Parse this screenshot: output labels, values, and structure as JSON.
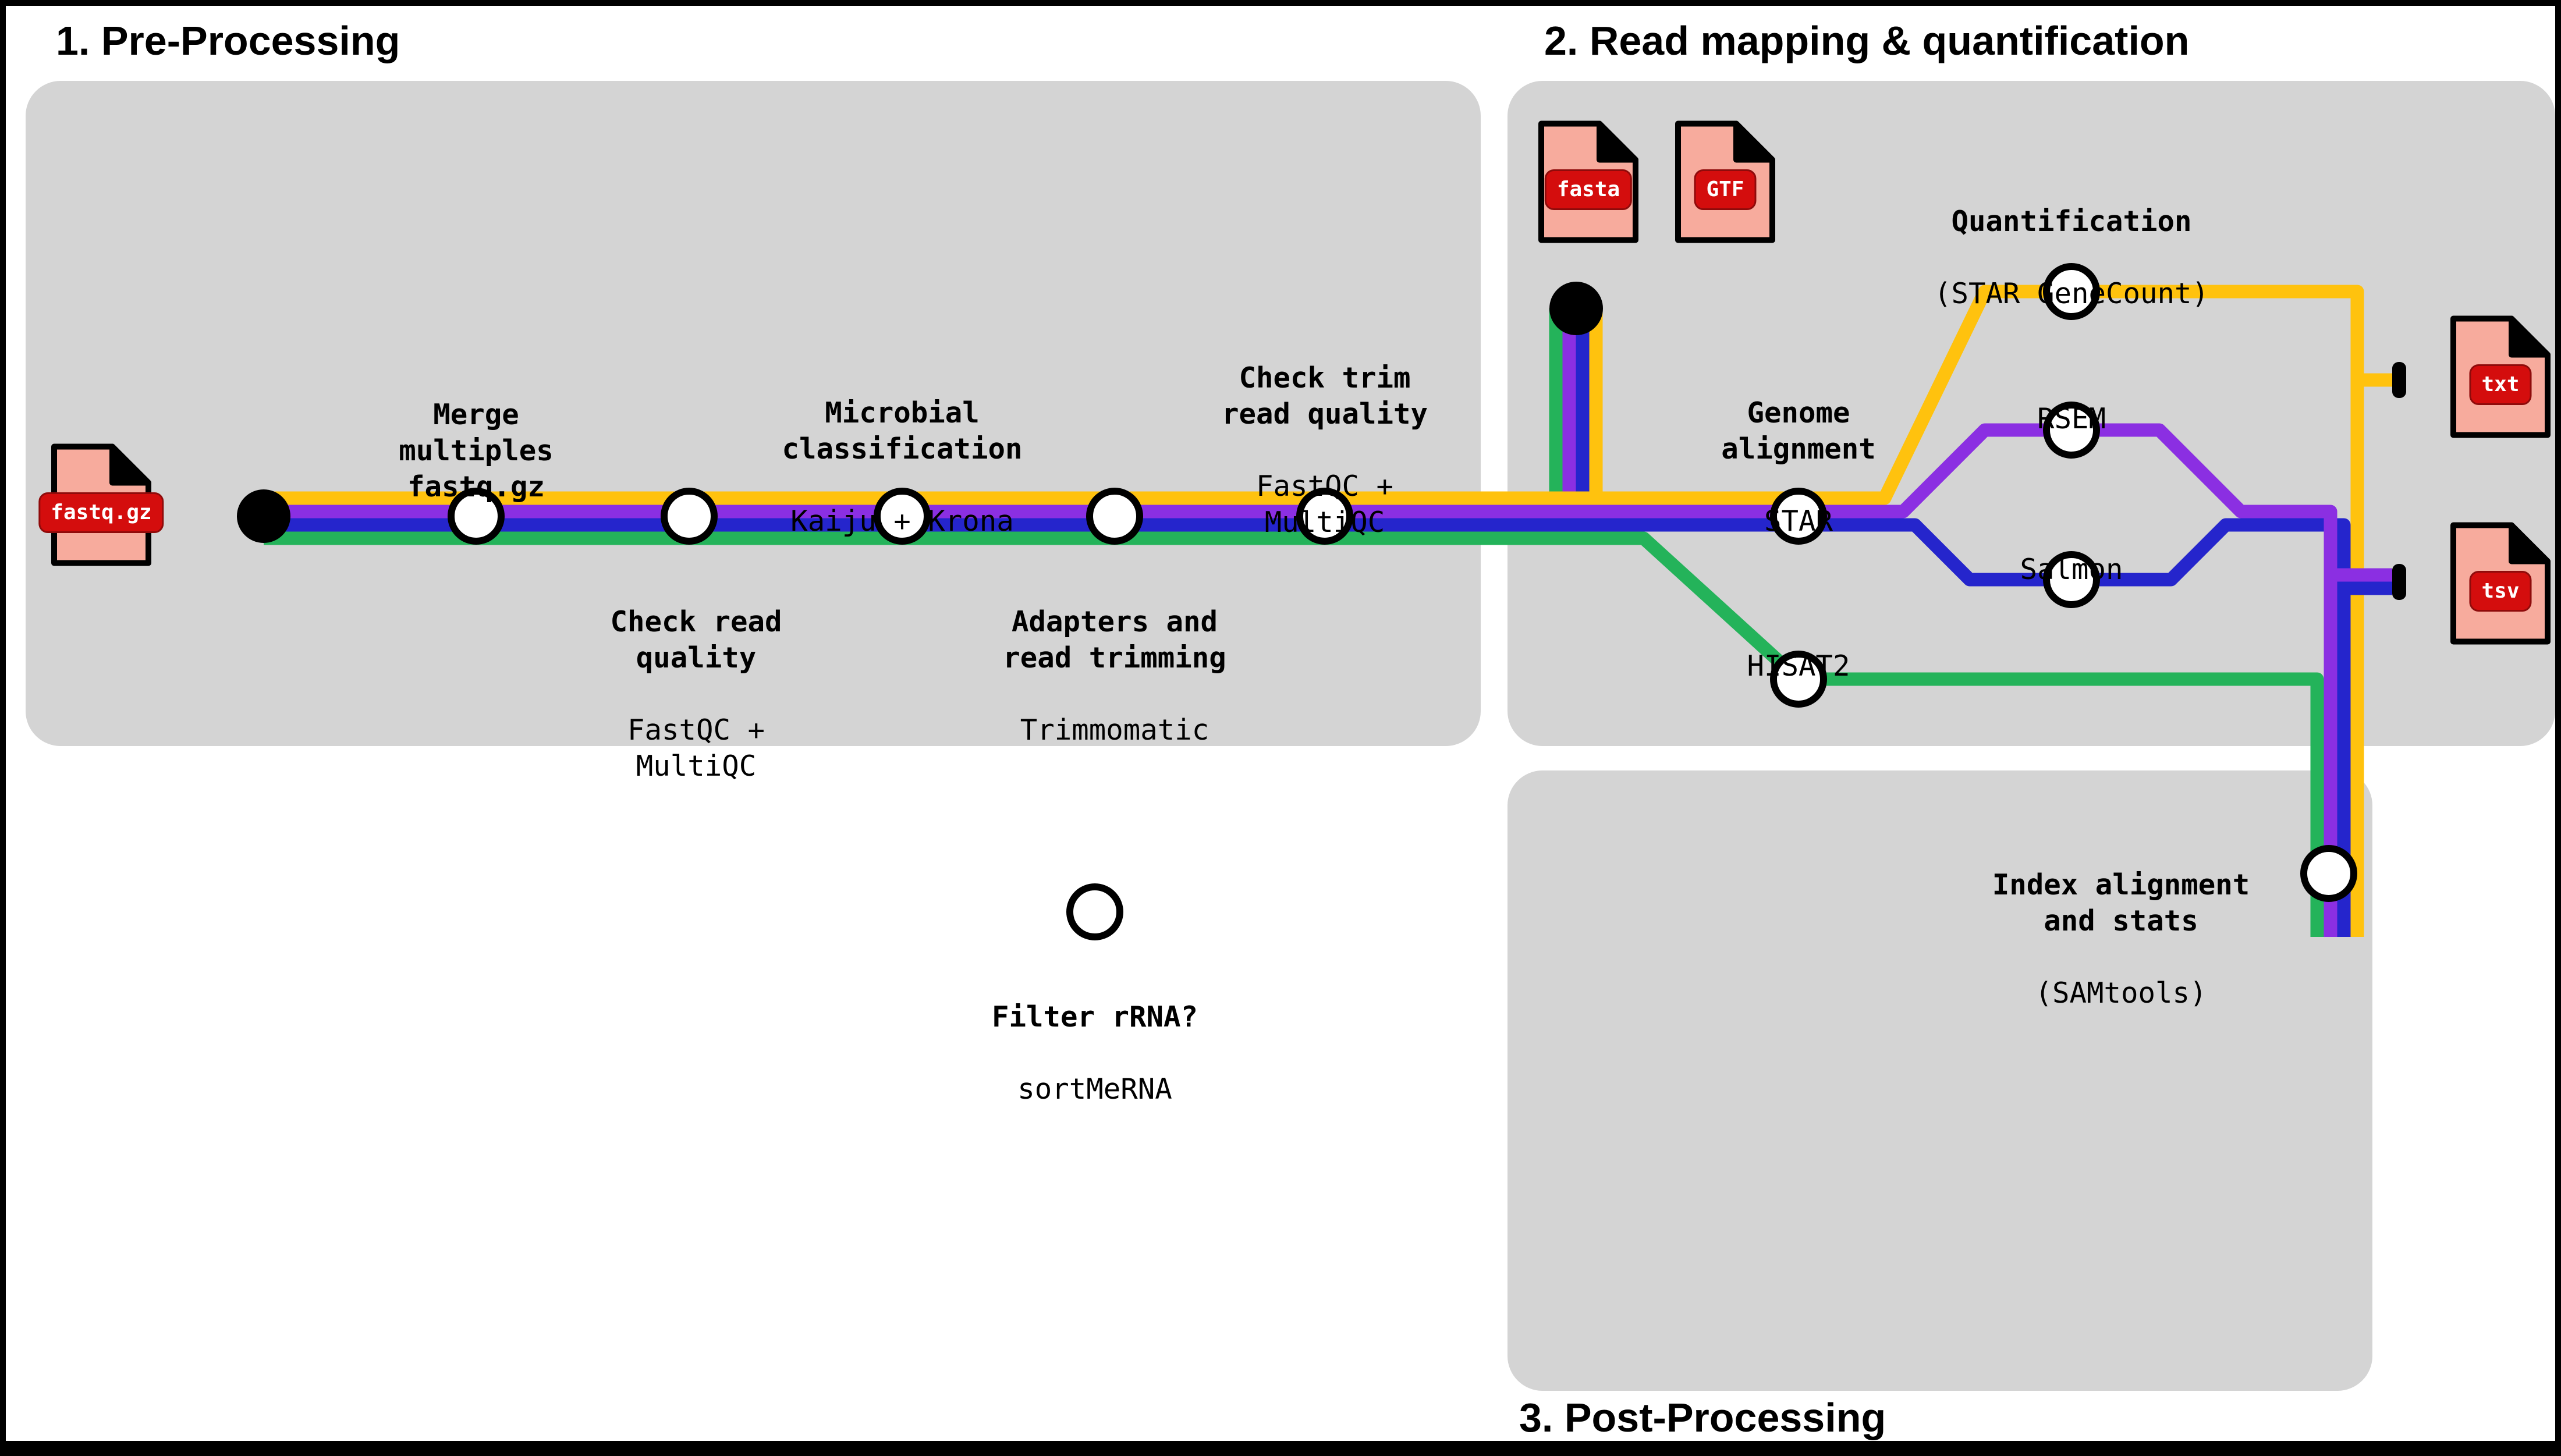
{
  "colors": {
    "yellow": "#ffc20e",
    "purple": "#8b2fe2",
    "blue": "#2525cc",
    "green": "#24b35a",
    "box_gray": "#d4d4d4",
    "doc_pink": "#f7ab9d",
    "label_red": "#d40d0d"
  },
  "sections": [
    {
      "title": "1. Pre-Processing"
    },
    {
      "title": "2. Read mapping & quantification"
    },
    {
      "title": "3. Post-Processing"
    }
  ],
  "files": [
    {
      "name": "fastq.gz"
    },
    {
      "name": "fasta"
    },
    {
      "name": "GTF"
    },
    {
      "name": "txt"
    },
    {
      "name": "tsv"
    }
  ],
  "stations": [
    {
      "id": "merge",
      "label": "Merge\nmultiples\nfastq.gz",
      "tool": ""
    },
    {
      "id": "check-read-quality",
      "label": "Check read\nquality",
      "tool": "FastQC +\nMultiQC"
    },
    {
      "id": "microbial-classification",
      "label": "Microbial\nclassification",
      "tool": "Kaiju + Krona"
    },
    {
      "id": "adapters-trimming",
      "label": "Adapters and\nread trimming",
      "tool": "Trimmomatic"
    },
    {
      "id": "check-trim-quality",
      "label": "Check trim\nread quality",
      "tool": "FastQC +\nMultiQC"
    },
    {
      "id": "filter-rrna",
      "label": "Filter rRNA?",
      "tool": "sortMeRNA"
    },
    {
      "id": "genome-alignment",
      "label": "Genome\nalignment",
      "tool": "STAR"
    },
    {
      "id": "quantification",
      "label": "Quantification",
      "tool": "(STAR GeneCount)"
    },
    {
      "id": "rsem",
      "label": "",
      "tool": "RSEM"
    },
    {
      "id": "salmon",
      "label": "",
      "tool": "Salmon"
    },
    {
      "id": "hisat2",
      "label": "",
      "tool": "HISAT2"
    },
    {
      "id": "samtools",
      "label": "Index alignment\nand stats",
      "tool": "(SAMtools)"
    }
  ]
}
